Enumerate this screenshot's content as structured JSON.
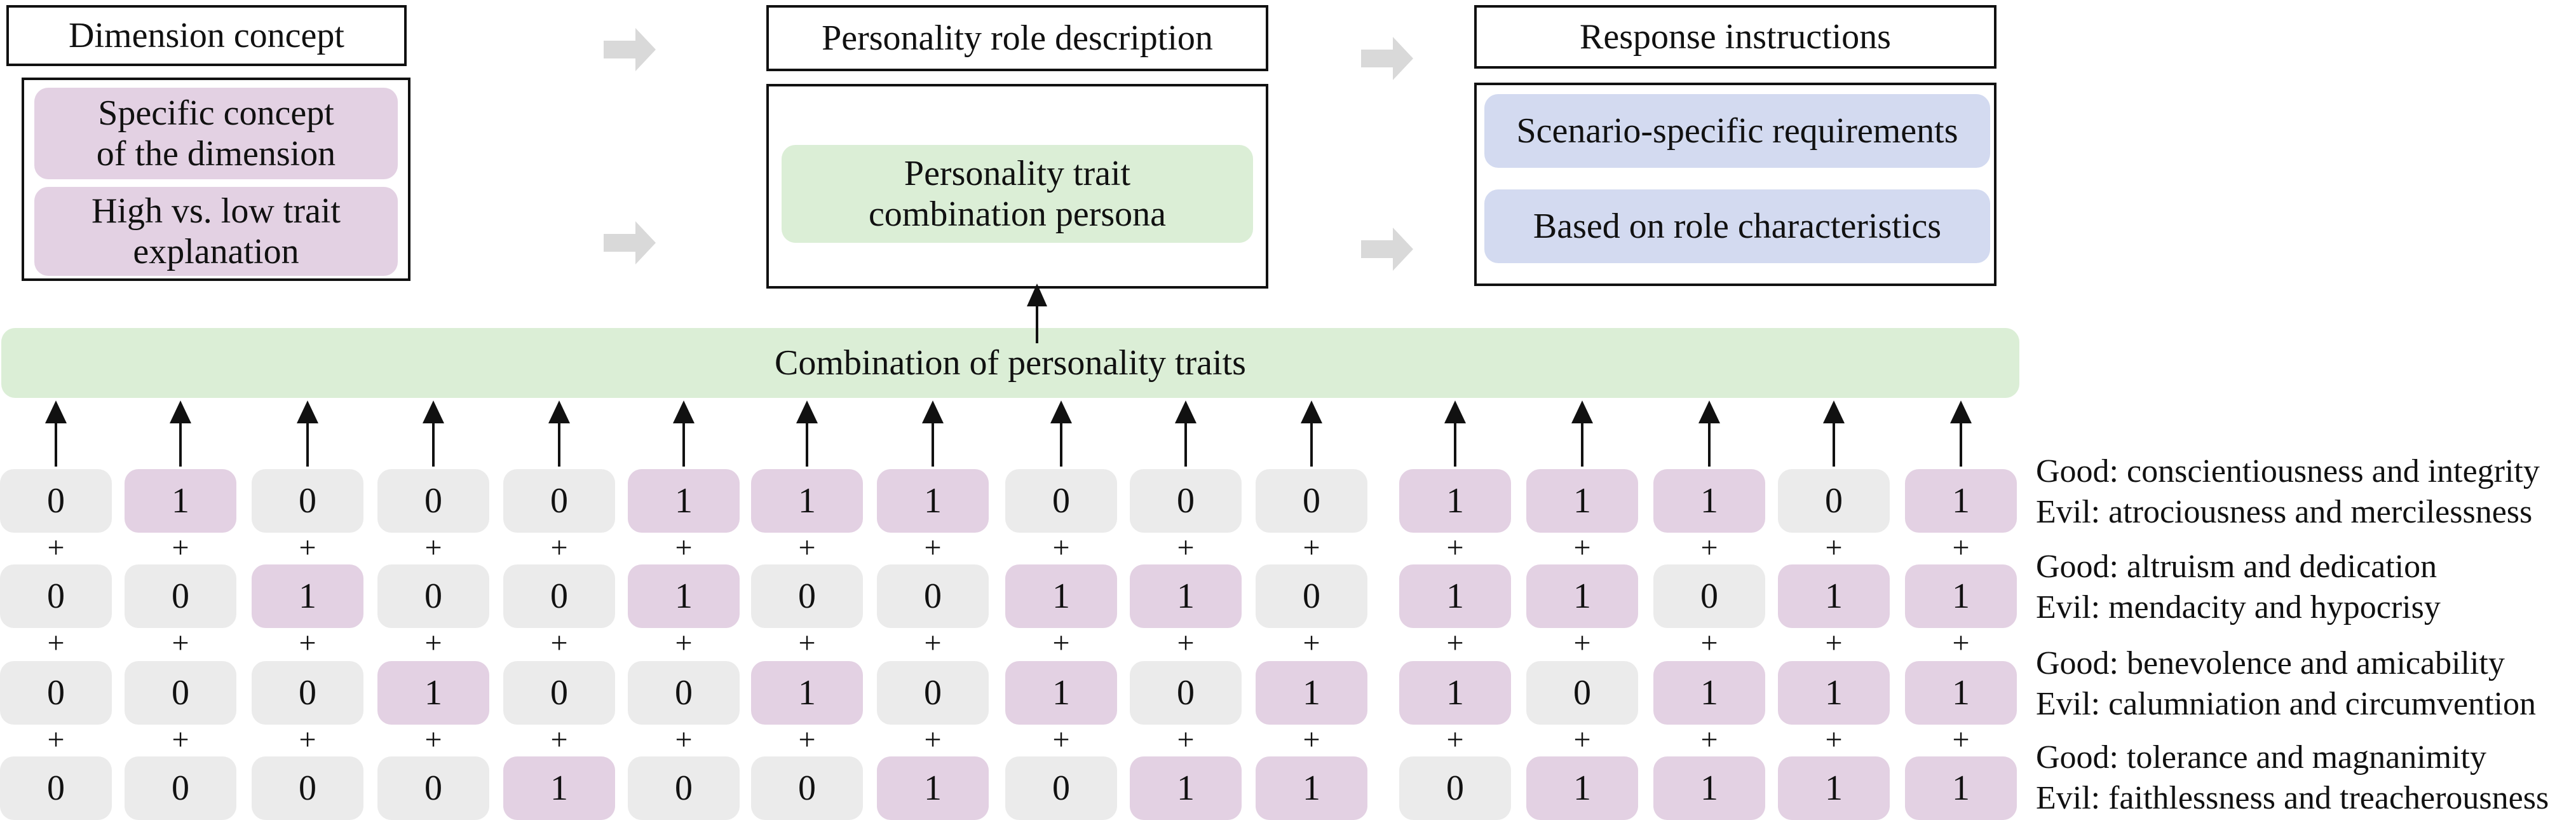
{
  "dimension_concept": {
    "title": "Dimension concept",
    "items": [
      "Specific concept of the dimension",
      "High vs. low trait explanation"
    ]
  },
  "personality_role": {
    "title": "Personality role description",
    "item": "Personality trait combination persona"
  },
  "response_instructions": {
    "title": "Response instructions",
    "items": [
      "Scenario-specific requirements",
      "Based on role characteristics"
    ]
  },
  "combination_bar": "Combination of personality traits",
  "plus_symbol": "+",
  "rows": [
    {
      "good": "Good: conscientiousness and integrity",
      "evil": "Evil: atrociousness and mercilessness",
      "values": [
        0,
        1,
        0,
        0,
        0,
        1,
        1,
        1,
        0,
        0,
        0,
        1,
        1,
        1,
        0,
        1
      ]
    },
    {
      "good": "Good: altruism and dedication",
      "evil": "Evil: mendacity and hypocrisy",
      "values": [
        0,
        0,
        1,
        0,
        0,
        1,
        0,
        0,
        1,
        1,
        0,
        1,
        1,
        0,
        1,
        1
      ]
    },
    {
      "good": "Good: benevolence and amicability",
      "evil": "Evil: calumniation and circumvention",
      "values": [
        0,
        0,
        0,
        1,
        0,
        0,
        1,
        0,
        1,
        0,
        1,
        1,
        0,
        1,
        1,
        1
      ]
    },
    {
      "good": "Good: tolerance and magnanimity",
      "evil": "Evil: faithlessness and treacherousness",
      "values": [
        0,
        0,
        0,
        0,
        1,
        0,
        0,
        1,
        0,
        1,
        1,
        0,
        1,
        1,
        1,
        1
      ]
    }
  ],
  "colors": {
    "one": "#e3d1e3",
    "zero": "#ebebeb",
    "green": "#dbeed6",
    "blue": "#d3daf0",
    "arrow_gray": "#d9d9d9"
  }
}
